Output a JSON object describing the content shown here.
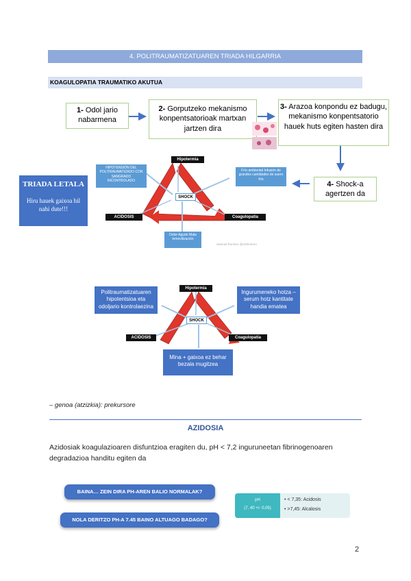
{
  "header": {
    "banner": "4. POLITRAUMATIZATUAREN TRIADA HILGARRIA",
    "section": "KOAGULOPATIA TRAUMATIKO AKUTUA"
  },
  "steps": [
    {
      "num": "1-",
      "text": "Odol jario nabarmena"
    },
    {
      "num": "2-",
      "text": "Gorputzeko mekanismo konpentsatorioak martxan jartzen dira"
    },
    {
      "num": "3-",
      "text": "Arazoa konpondu ez badugu, mekanismo konpentsatorio hauek huts egiten hasten dira"
    },
    {
      "num": "4-",
      "text": "Shock-a agertzen da"
    }
  ],
  "triada": {
    "title": "TRIADA LETALA",
    "text": "Hiru hauek gaixoa hil nahi dute!!!"
  },
  "diagram1": {
    "hipotermia": "Hipotermia",
    "acidosis": "ACIDOSIS",
    "coagulopatia": "Coagulopatia",
    "shock": "SHOCK",
    "left_note": "HIPOTENSIÓN DEL POLITRAUMATIZADO CON SANGRADO INCONTROLADO",
    "right_note": "Frío ambiental Infusión de grandes cantidades de suero frío",
    "bottom_note": "Dolor Agudo Mala inmovilización",
    "credit": "Samuel Romero @enfermero"
  },
  "diagram2": {
    "hipotermia": "Hipotermia",
    "acidosis": "ACIDOSIS",
    "coagulopatia": "Coagulopatia",
    "shock": "SHOCK",
    "left_note": "Politraumatizatuaren hipotentsioa eta odoljario kontrolaezina",
    "right_note": "Ingurumeneko hotza – serum hotz kantitate handia ematea",
    "bottom_note": "Mina + gaixoa ez behar bezala mugitzea"
  },
  "footnote": "– genoa (atzizkia): prekursore",
  "azidosia": {
    "title": "AZIDOSIA",
    "text": "Azidosiak koagulazioaren disfuntzioa eragiten du, pH < 7,2 inguruneetan fibrinogenoaren degradazioa handitu egiten da"
  },
  "questions": [
    "BAINA… ZEIN DIRA PH-AREN BALIO NORMALAK?",
    "NOLA DERITZO PH-A 7.45 BAINO ALTUAGO BADAGO?"
  ],
  "ph_table": {
    "label": "pH",
    "range": "(7, 40 +/- 0,05)",
    "rows": [
      "< 7,35: Acidosis",
      ">7,45: Alcalosis"
    ]
  },
  "page_number": "2",
  "colors": {
    "accent": "#4472c4",
    "light_blue": "#8eaadb",
    "pale_blue": "#d9e2f3",
    "arrow_red": "#e0362c",
    "teal": "#3fb8c0"
  }
}
